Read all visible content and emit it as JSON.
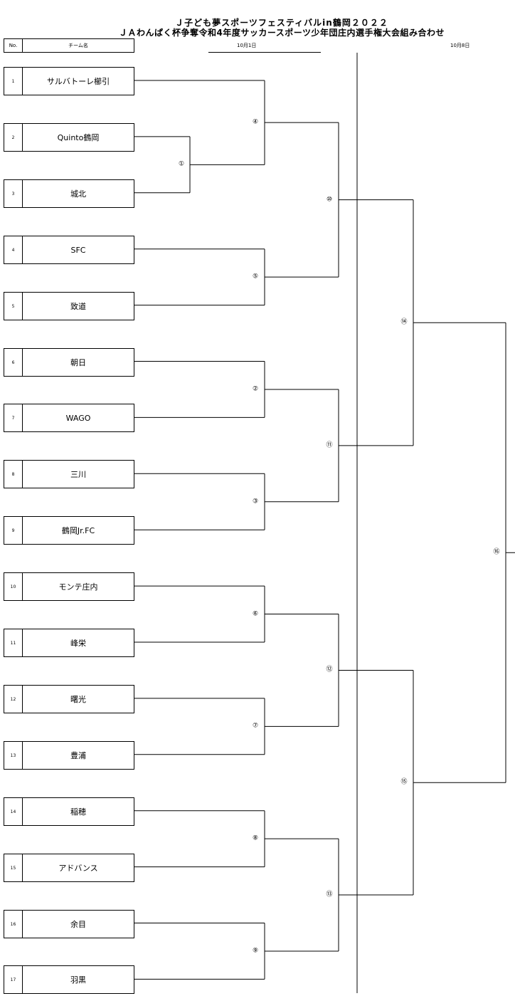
{
  "title": {
    "line1": "Ｊ子ども夢スポーツフェスティバルin鶴岡２０２２",
    "line2": "ＪＡわんぱく杯争奪令和4年度サッカースポーツ少年団庄内選手権大会組み合わせ"
  },
  "header": {
    "no_label": "No.",
    "name_label": "チーム名"
  },
  "dates": {
    "round1": "10月1日",
    "round2": "10月8日"
  },
  "teams": [
    {
      "no": "1",
      "name": "サルバトーレ櫛引"
    },
    {
      "no": "2",
      "name": "Quinto鶴岡"
    },
    {
      "no": "3",
      "name": "城北"
    },
    {
      "no": "4",
      "name": "SFC"
    },
    {
      "no": "5",
      "name": "致道"
    },
    {
      "no": "6",
      "name": "朝日"
    },
    {
      "no": "7",
      "name": "WAGO"
    },
    {
      "no": "8",
      "name": "三川"
    },
    {
      "no": "9",
      "name": "鶴岡Jr.FC"
    },
    {
      "no": "10",
      "name": "モンテ庄内"
    },
    {
      "no": "11",
      "name": "峰栄"
    },
    {
      "no": "12",
      "name": "曙光"
    },
    {
      "no": "13",
      "name": "豊浦"
    },
    {
      "no": "14",
      "name": "稲穂"
    },
    {
      "no": "15",
      "name": "アドバンス"
    },
    {
      "no": "16",
      "name": "余目"
    },
    {
      "no": "17",
      "name": "羽黒"
    }
  ],
  "matches": [
    "①",
    "②",
    "③",
    "④",
    "⑤",
    "⑥",
    "⑦",
    "⑧",
    "⑨",
    "⑩",
    "⑪",
    "⑫",
    "⑬",
    "⑭",
    "⑮",
    "⑯"
  ]
}
